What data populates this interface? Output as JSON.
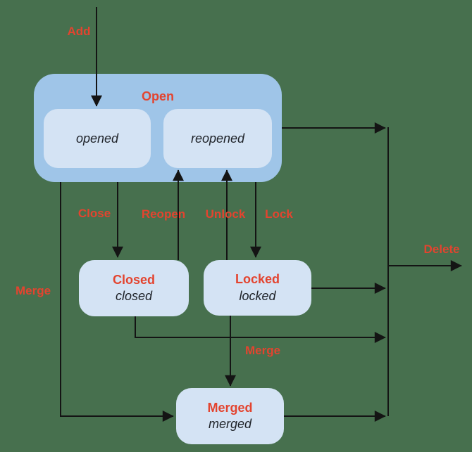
{
  "diagram": {
    "open_group": {
      "title": "Open",
      "opened_label": "opened",
      "reopened_label": "reopened"
    },
    "closed": {
      "title": "Closed",
      "state": "closed"
    },
    "locked": {
      "title": "Locked",
      "state": "locked"
    },
    "merged": {
      "title": "Merged",
      "state": "merged"
    },
    "transitions": {
      "add": "Add",
      "close": "Close",
      "reopen": "Reopen",
      "unlock": "Unlock",
      "lock": "Lock",
      "merge_from_open": "Merge",
      "merge_from_locked": "Merge",
      "delete": "Delete"
    },
    "colors": {
      "background": "#47704e",
      "group_fill": "#9fc5e8",
      "state_fill": "#d4e3f4",
      "transition_label": "#e3442f",
      "state_name_text": "#1e2228",
      "arrow": "#141414"
    }
  }
}
